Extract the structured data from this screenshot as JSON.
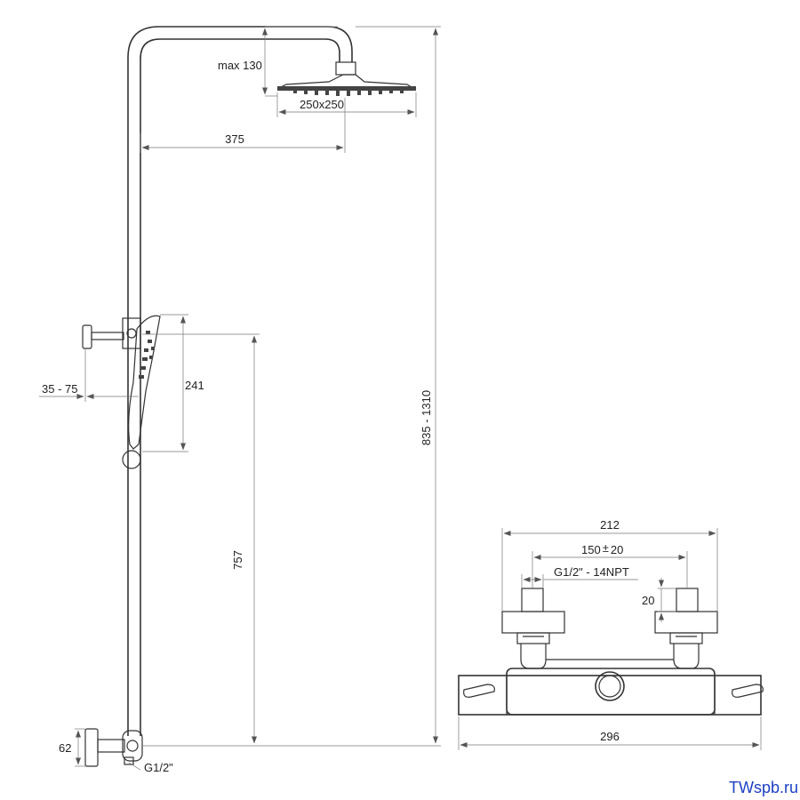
{
  "drawing": {
    "head_height_label": "max 130",
    "head_size_label": "250x250",
    "arm_reach_label": "375",
    "wall_offset_label": "35 - 75",
    "hand_shower_label": "241",
    "holder_height_label": "757",
    "total_height_label": "835 - 1310",
    "bottom_height_label": "62",
    "bottom_thread_label": "G1/2\""
  },
  "mixer": {
    "overall_width_label": "212",
    "center_distance_label": "150",
    "tolerance_symbol": "±",
    "tolerance_value": "20",
    "thread_label": "G1/2\" - 14NPT",
    "connector_label": "20",
    "body_width_label": "296"
  },
  "watermark": "TWspb.ru",
  "colors": {
    "line": "#333333",
    "dim": "#777777",
    "watermark": "#1b3fc4"
  }
}
